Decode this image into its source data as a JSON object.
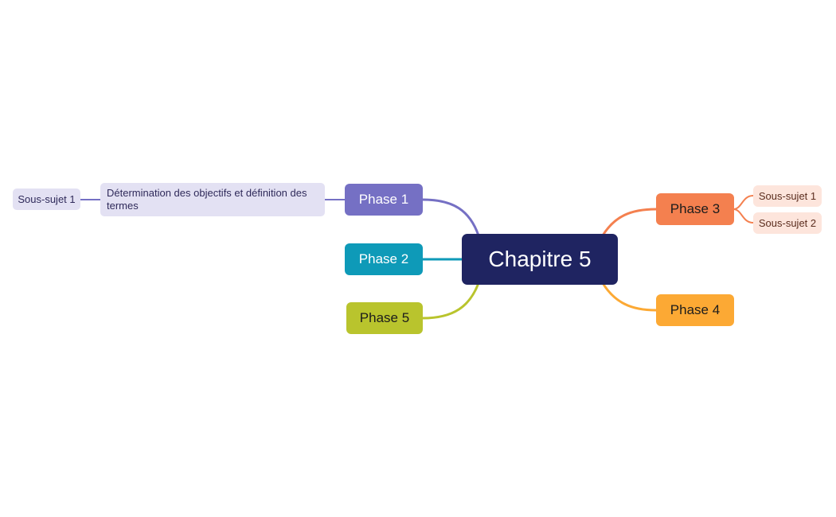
{
  "map": {
    "central": "Chapitre 5",
    "phases": {
      "phase1": "Phase 1",
      "phase2": "Phase 2",
      "phase3": "Phase 3",
      "phase4": "Phase 4",
      "phase5": "Phase 5"
    },
    "phase1_children": {
      "topic": "Détermination des objectifs et définition des termes",
      "subtopic": "Sous-sujet 1"
    },
    "phase3_children": [
      "Sous-sujet 1",
      "Sous-sujet 2"
    ]
  },
  "colors": {
    "central": "#1f2461",
    "phase1": "#7570c4",
    "phase2": "#0e9ab8",
    "phase3": "#f4804f",
    "phase4": "#fca934",
    "phase5": "#b9c42d"
  }
}
